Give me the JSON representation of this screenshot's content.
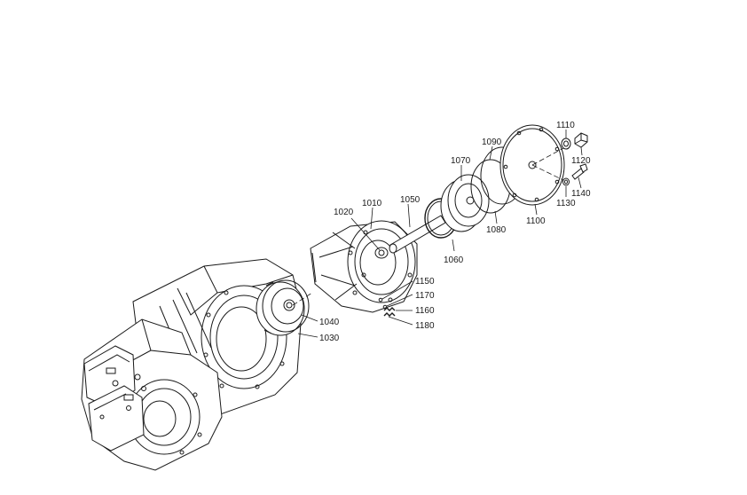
{
  "callouts": [
    {
      "id": "1010",
      "label": "1010"
    },
    {
      "id": "1020",
      "label": "1020"
    },
    {
      "id": "1030",
      "label": "1030"
    },
    {
      "id": "1040",
      "label": "1040"
    },
    {
      "id": "1050",
      "label": "1050"
    },
    {
      "id": "1060",
      "label": "1060"
    },
    {
      "id": "1070",
      "label": "1070"
    },
    {
      "id": "1080",
      "label": "1080"
    },
    {
      "id": "1090",
      "label": "1090"
    },
    {
      "id": "1100",
      "label": "1100"
    },
    {
      "id": "1110",
      "label": "1110"
    },
    {
      "id": "1120",
      "label": "1120"
    },
    {
      "id": "1130",
      "label": "1130"
    },
    {
      "id": "1140",
      "label": "1140"
    },
    {
      "id": "1150",
      "label": "1150"
    },
    {
      "id": "1160",
      "label": "1160"
    },
    {
      "id": "1170",
      "label": "1170"
    },
    {
      "id": "1180",
      "label": "1180"
    }
  ]
}
